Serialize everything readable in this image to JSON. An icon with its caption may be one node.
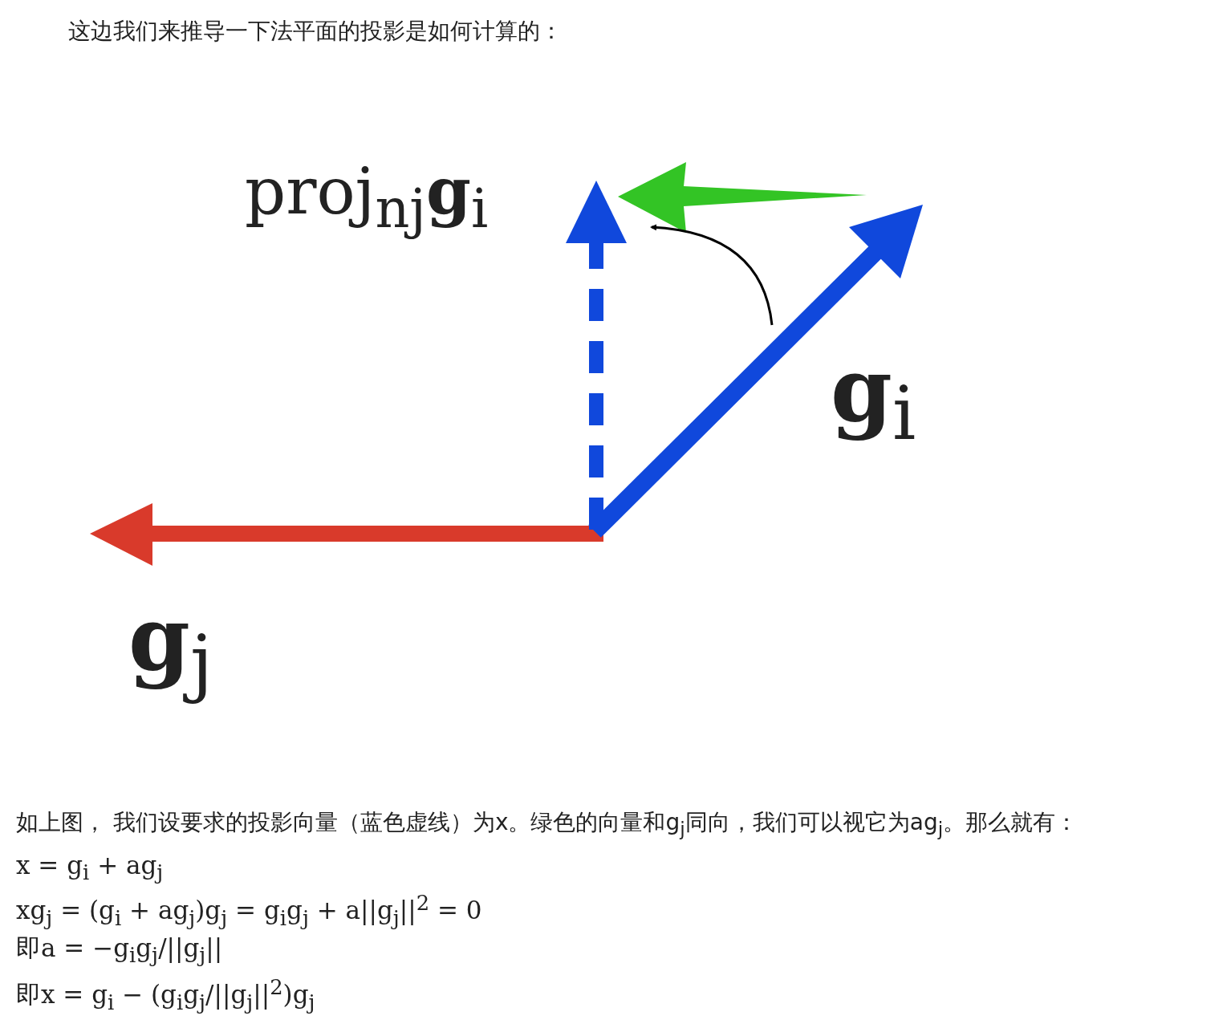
{
  "diagram": {
    "labels": [
      "这边我们来推导一下法平面的投影是如何计算的：",
      "proj$_{nj}$**g**$_{i}$",
      "**g**$_{i}$",
      "**g**$_{j}$",
      "如上图， 我们设要求的投影向量（蓝色虚线）为x。绿色的向量和g$_{j}$同向，我们可以视它为ag$_{j}$。那么就有：",
      "x = g$_{i}$ + ag$_{j}$",
      "xg$_{j}$ = (g$_{i}$ + ag$_{j}$)g$_{j}$ = g$_{i}$g$_{j}$ + a||g$_{j}$||$^{2}$ = 0",
      "即a = −g$_{i}$g$_{j}$/||g$_{j}$||",
      "即x = g$_{i}$ − (g$_{i}$g$_{j}$/||g$_{j}$||$^{2}$)g$_{j}$"
    ]
  }
}
